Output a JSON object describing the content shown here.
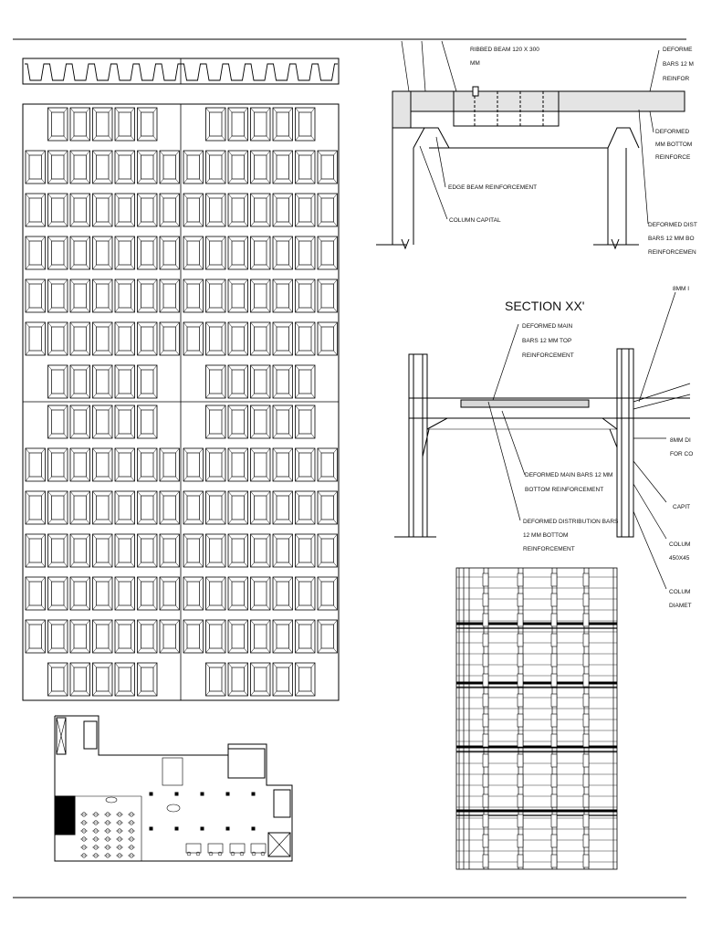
{
  "section_title": "SECTION XX'",
  "labels": {
    "ribbed_beam_1": "RIBBED BEAM 120 X 300",
    "ribbed_beam_2": "MM",
    "deformed_tr_1": "DEFORME",
    "deformed_tr_2": "BARS 12 M",
    "deformed_tr_3": "REINFOR",
    "deformed_r2_1": "DEFORMED",
    "deformed_r2_2": "MM BOTTOM",
    "deformed_r2_3": "REINFORCE",
    "edge_beam": "EDGE BEAM REINFORCEMENT",
    "column_capital": "COLUMN CAPITAL",
    "deformed_dist_1": "DEFORMED DIST",
    "deformed_dist_2": "BARS 12 MM BO",
    "deformed_dist_3": "REINFORCEMEN",
    "eight_mm_top": "8MM I",
    "main_top_1": "DEFORMED MAIN",
    "main_top_2": "BARS 12 MM TOP",
    "main_top_3": "REINFORCEMENT",
    "main_bot_1": "DEFORMED MAIN BARS 12 MM",
    "main_bot_2": "BOTTOM REINFORCEMENT",
    "dist_bot_1": "DEFORMED DISTRIBUTION BARS",
    "dist_bot_2": "12 MM BOTTOM",
    "dist_bot_3": "REINFORCEMENT",
    "eight_mm_mid_1": "8MM DI",
    "eight_mm_mid_2": "FOR CO",
    "capital_short": "CAPIT",
    "column_1a": "COLUM",
    "column_1b": "450X45",
    "column_2a": "COLUM",
    "column_2b": "DIAMET"
  }
}
